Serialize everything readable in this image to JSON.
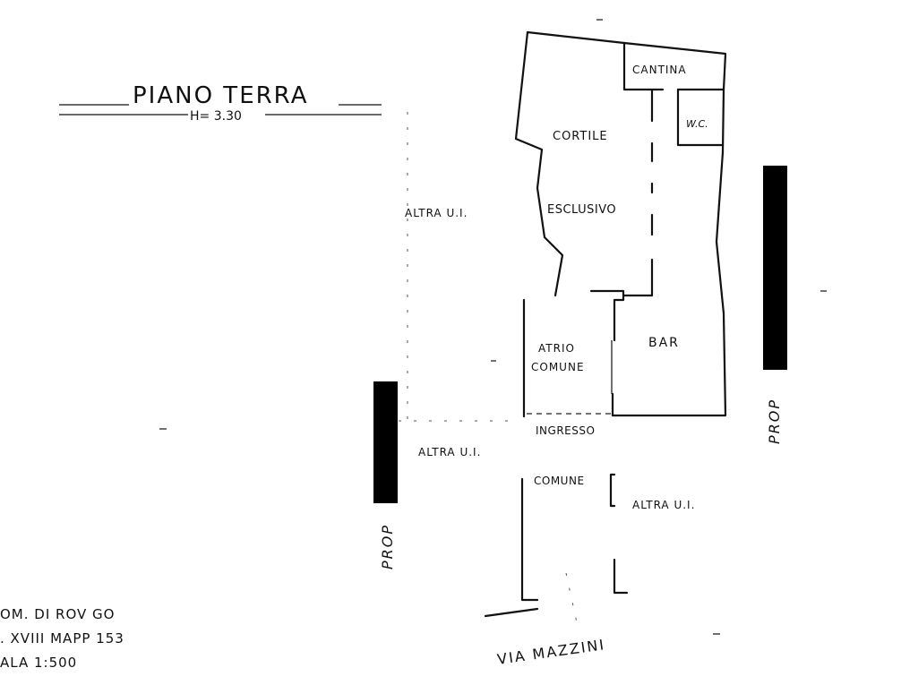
{
  "drawing": {
    "title": "PIANO TERRA",
    "height_label": "H= 3.30",
    "rooms": {
      "cantina": "CANTINA",
      "wc": "W.C.",
      "cortile": "CORTILE",
      "esclusivo": "ESCLUSIVO",
      "atrio": "ATRIO",
      "comune_atrio": "COMUNE",
      "bar": "BAR",
      "ingresso": "INGRESSO",
      "comune": "COMUNE"
    },
    "neighbours": {
      "altra_ui_top": "ALTRA U.I.",
      "altra_ui_left": "ALTRA U.I.",
      "altra_ui_right": "ALTRA U.I.",
      "prop_left": "PROP",
      "prop_right": "PROP"
    },
    "street": "VIA MAZZINI",
    "info": {
      "line1": "OM. DI ROV GO",
      "line2": ". XVIII   MAPP  153",
      "line3": "ALA   1:500"
    }
  }
}
